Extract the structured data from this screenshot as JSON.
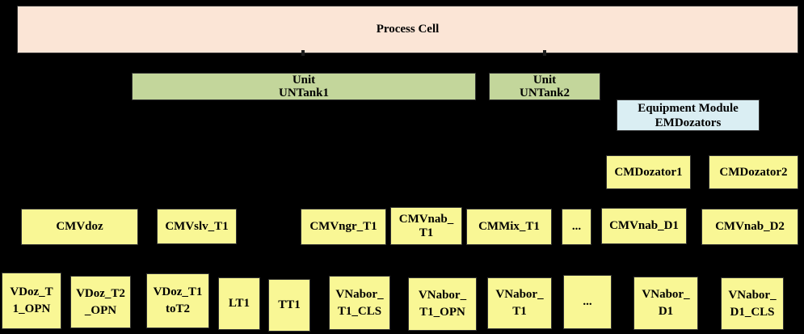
{
  "colors": {
    "background": "#000000",
    "process_cell_fill": "#FBE5D6",
    "unit_fill": "#C3D69B",
    "equipment_module_fill": "#DAEEF3",
    "control_module_fill": "#F9F795",
    "box_border": "#333333",
    "connector_tick": "#1d1d1d",
    "text": "#000000"
  },
  "process_cell": {
    "label": "Process Cell"
  },
  "units": [
    {
      "label": "Unit\nUNTank1"
    },
    {
      "label": "Unit\nUNTank2"
    }
  ],
  "equipment_module": {
    "label": "Equipment Module\nEMDozators"
  },
  "equipment_control_modules": [
    {
      "label": "CMDozator1"
    },
    {
      "label": "CMDozator2"
    }
  ],
  "control_modules": [
    {
      "label": "CMVdoz"
    },
    {
      "label": "CMVslv_T1"
    },
    {
      "label": "CMVngr_T1"
    },
    {
      "label": "CMVnab_\nT1"
    },
    {
      "label": "CMMix_T1"
    },
    {
      "label": "..."
    },
    {
      "label": "CMVnab_D1"
    },
    {
      "label": "CMVnab_D2"
    }
  ],
  "field_devices": [
    {
      "label": "VDoz_T\n1_OPN"
    },
    {
      "label": "VDoz_T2\n_OPN"
    },
    {
      "label": "VDoz_T1\ntoT2"
    },
    {
      "label": "LT1"
    },
    {
      "label": "TT1"
    },
    {
      "label": "VNabor_\nT1_CLS"
    },
    {
      "label": "VNabor_\nT1_OPN"
    },
    {
      "label": "VNabor_\nT1"
    },
    {
      "label": "..."
    },
    {
      "label": "VNabor_\nD1"
    },
    {
      "label": "VNabor_\nD1_CLS"
    }
  ]
}
